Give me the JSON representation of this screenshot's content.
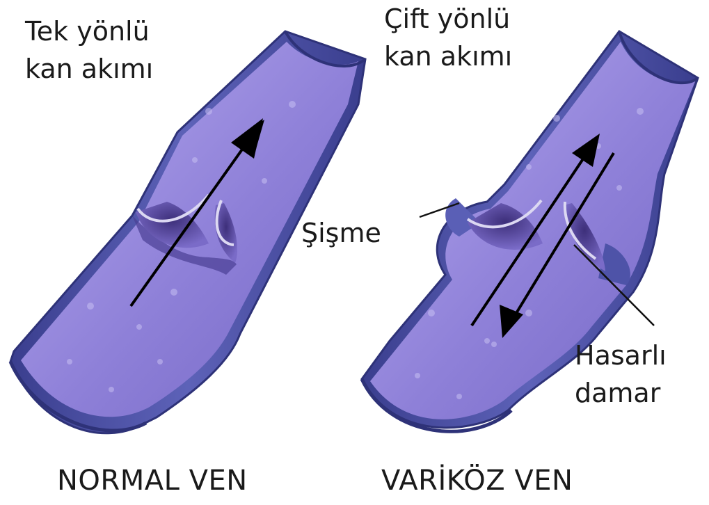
{
  "normal": {
    "flow_label_line1": "Tek yönlü",
    "flow_label_line2": "kan akımı",
    "caption": "NORMAL VEN"
  },
  "varicose": {
    "flow_label_line1": "Çift yönlü",
    "flow_label_line2": "kan akımı",
    "swelling_label": "Şişme",
    "damaged_label_line1": "Hasarlı",
    "damaged_label_line2": "damar",
    "caption": "VARİKÖZ VEN"
  },
  "colors": {
    "vein_wall": "#4f53a8",
    "vein_wall_edge": "#2e3278",
    "vein_interior": "#8d7fd6",
    "vein_interior_light": "#b4a8ee",
    "valve_cusp": "#d8d4f0",
    "arrow": "#000000"
  }
}
